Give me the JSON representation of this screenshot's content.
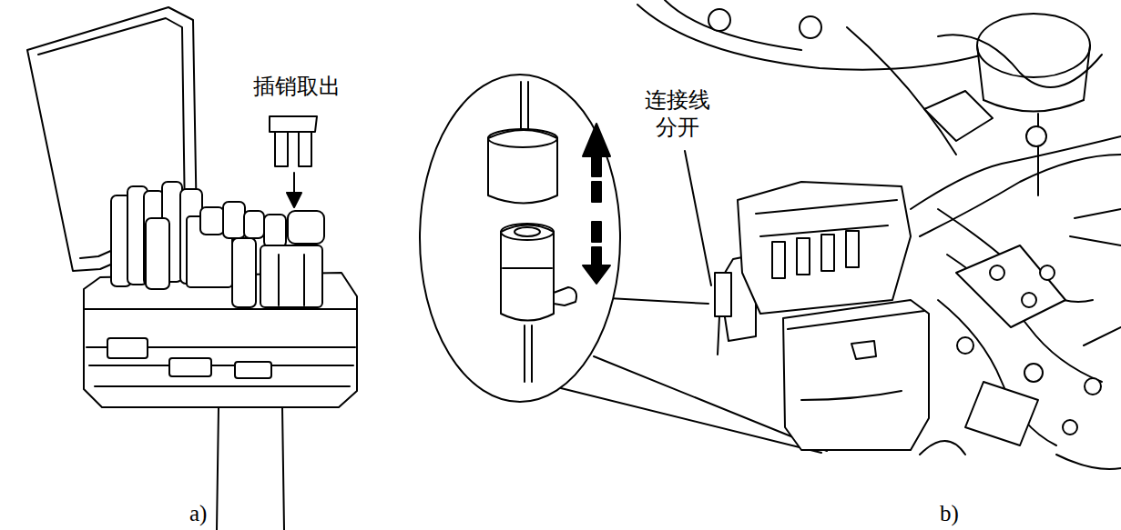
{
  "diagram": {
    "labels": [
      "插销取出",
      "连接线 分开",
      "a)",
      "b)"
    ]
  }
}
